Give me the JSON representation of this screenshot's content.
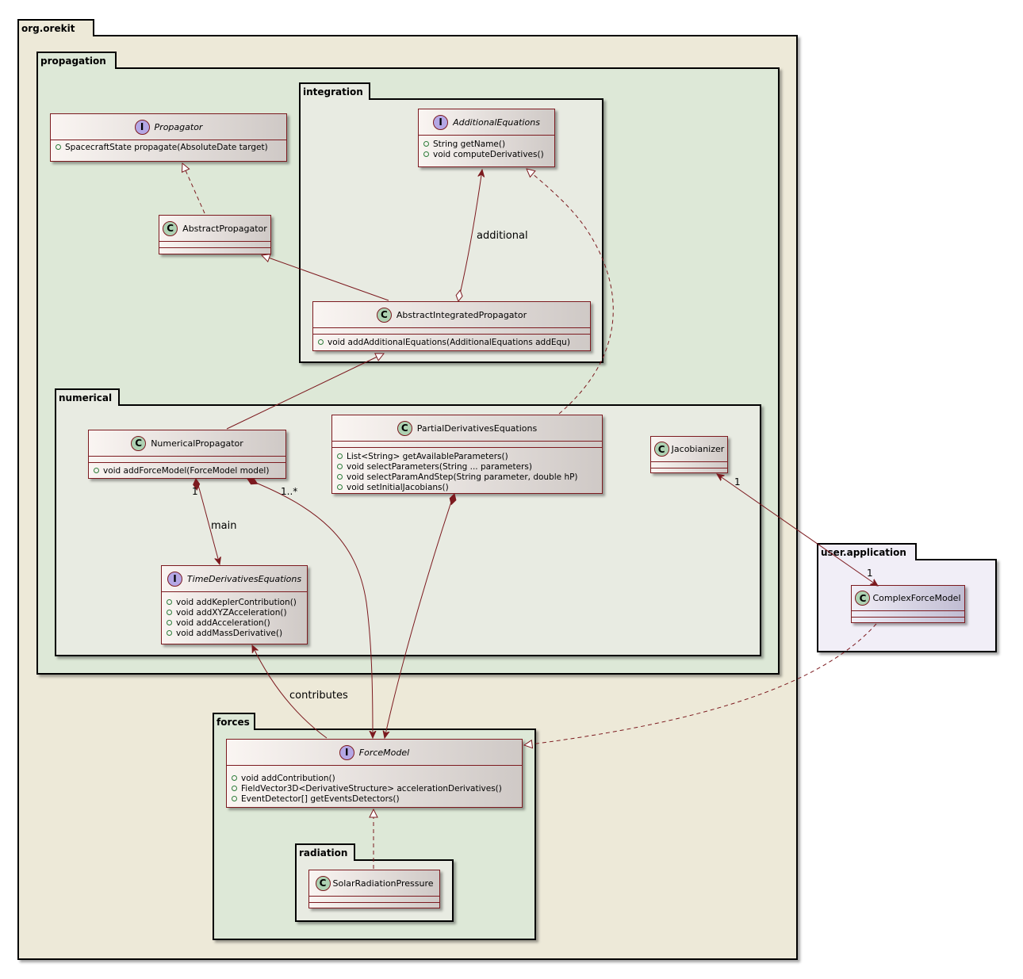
{
  "packages": {
    "orekit": "org.orekit",
    "propagation": "propagation",
    "integration": "integration",
    "numerical": "numerical",
    "forces": "forces",
    "radiation": "radiation",
    "user_application": "user.application"
  },
  "classes": {
    "propagator": {
      "stereotype": "I",
      "name": "Propagator",
      "members": [
        "SpacecraftState propagate(AbsoluteDate target)"
      ]
    },
    "abstract_propagator": {
      "stereotype": "C",
      "name": "AbstractPropagator"
    },
    "additional_equations": {
      "stereotype": "I",
      "name": "AdditionalEquations",
      "members": [
        "String getName()",
        "void computeDerivatives()"
      ]
    },
    "abstract_integrated_propagator": {
      "stereotype": "C",
      "name": "AbstractIntegratedPropagator",
      "members": [
        "void addAdditionalEquations(AdditionalEquations addEqu)"
      ]
    },
    "numerical_propagator": {
      "stereotype": "C",
      "name": "NumericalPropagator",
      "members": [
        "void addForceModel(ForceModel model)"
      ]
    },
    "partial_derivatives_equations": {
      "stereotype": "C",
      "name": "PartialDerivativesEquations",
      "members": [
        "List<String> getAvailableParameters()",
        "void selectParameters(String ... parameters)",
        "void selectParamAndStep(String parameter, double hP)",
        "void setInitialJacobians()"
      ]
    },
    "jacobianizer": {
      "stereotype": "C",
      "name": "Jacobianizer"
    },
    "time_derivatives_equations": {
      "stereotype": "I",
      "name": "TimeDerivativesEquations",
      "members": [
        "void addKeplerContribution()",
        "void addXYZAcceleration()",
        "void addAcceleration()",
        "void addMassDerivative()"
      ]
    },
    "force_model": {
      "stereotype": "I",
      "name": "ForceModel",
      "members": [
        "void addContribution()",
        "FieldVector3D<DerivativeStructure> accelerationDerivatives()",
        "EventDetector[] getEventsDetectors()"
      ]
    },
    "solar_radiation_pressure": {
      "stereotype": "C",
      "name": "SolarRadiationPressure"
    },
    "complex_force_model": {
      "stereotype": "C",
      "name": "ComplexForceModel"
    }
  },
  "relations": {
    "additional": "additional",
    "main": "main",
    "contributes": "contributes",
    "mult_main": "1",
    "mult_forces": "1..*",
    "mult_jac_src": "1",
    "mult_jac_dst": "1"
  },
  "colors": {
    "orekit_bg": "#ede9d8",
    "propagation_bg": "#dde8d7",
    "inner_bg": "#e8ebe2",
    "user_bg": "#f1eef7",
    "line": "#7c1a1f"
  }
}
